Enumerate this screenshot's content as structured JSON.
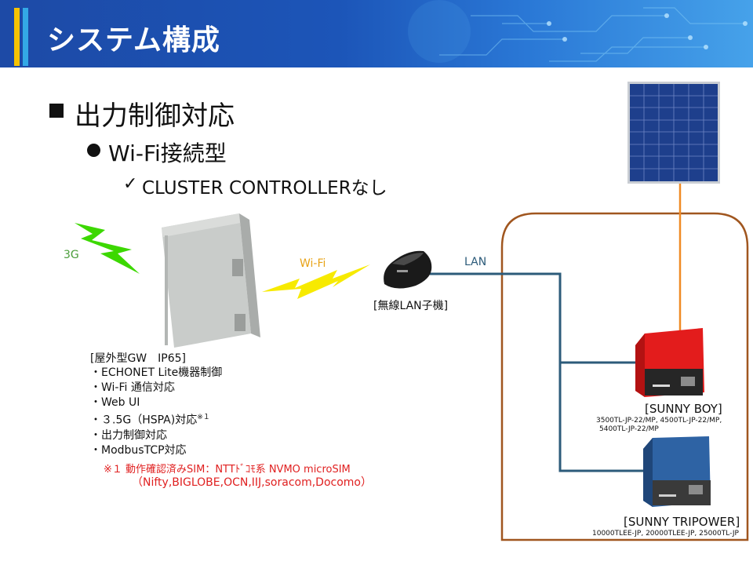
{
  "header": {
    "title": "システム構成"
  },
  "outline": {
    "level1": "出力制御対応",
    "level2": "Wi-Fi接続型",
    "level3_check": "✓",
    "level3": "CLUSTER CONTROLLERなし"
  },
  "diagram": {
    "label_3g": "3G",
    "label_wifi": "Wi-Fi",
    "label_lan": "LAN",
    "router_label": "[無線LAN子機]",
    "gateway": {
      "title": "[屋外型GW　IP65]",
      "features": [
        "・ECHONET Lite機器制御",
        "・Wi-Fi 通信対応",
        "・Web UI",
        "・３.5G（HSPA)対応",
        "・出力制御対応",
        "・ModbusTCP対応"
      ],
      "footnote_mark": "※１"
    },
    "sim_note": {
      "line1": "※１ 動作確認済みSIM：NTTﾄﾞｺﾓ系 NVMO microSIM",
      "line2": "（Nifty,BIGLOBE,OCN,IIJ,soracom,Docomo）"
    },
    "sunny_boy": {
      "name": "[SUNNY BOY]",
      "models_line1": "3500TL-JP-22/MP,  4500TL-JP-22/MP,",
      "models_line2": "5400TL-JP-22/MP"
    },
    "sunny_tripower": {
      "name": "[SUNNY TRIPOWER]",
      "models": "10000TLEE-JP, 20000TLEE-JP, 25000TL-JP"
    }
  },
  "colors": {
    "banner_blue": "#1d4aa6",
    "accent_yellow": "#f6c300",
    "accent_blue": "#33a9e6",
    "lightning_green": "#3cd800",
    "lightning_yellow": "#f7ea00",
    "label_3g": "#4a9d3a",
    "label_wifi": "#e8a317",
    "lan_line": "#2c5b7a",
    "orange_line": "#f08a24",
    "enclosure": "#a0561f",
    "footnote_red": "#e02020",
    "sunny_boy_red": "#e31c1c",
    "sunny_tripower_blue": "#2e63a4"
  },
  "icons": [
    "lightning-3g-icon",
    "lightning-wifi-icon",
    "solar-panel-icon",
    "gateway-box-icon",
    "wifi-dongle-icon",
    "sunny-boy-inverter-icon",
    "sunny-tripower-inverter-icon"
  ]
}
